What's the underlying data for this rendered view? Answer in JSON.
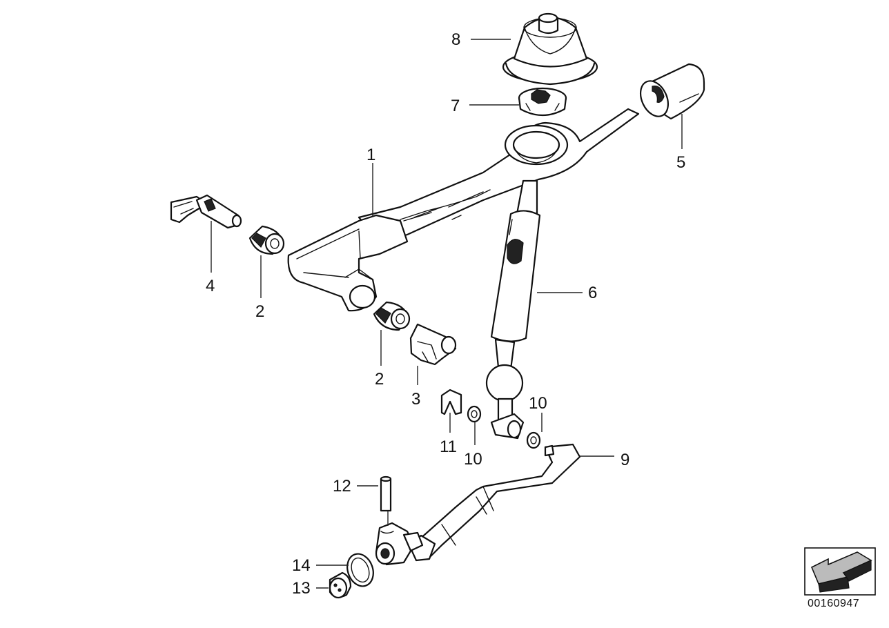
{
  "callouts": [
    "1",
    "2",
    "2",
    "3",
    "4",
    "5",
    "6",
    "7",
    "8",
    "9",
    "10",
    "10",
    "11",
    "12",
    "13",
    "14"
  ],
  "drawing_number": "00160947"
}
